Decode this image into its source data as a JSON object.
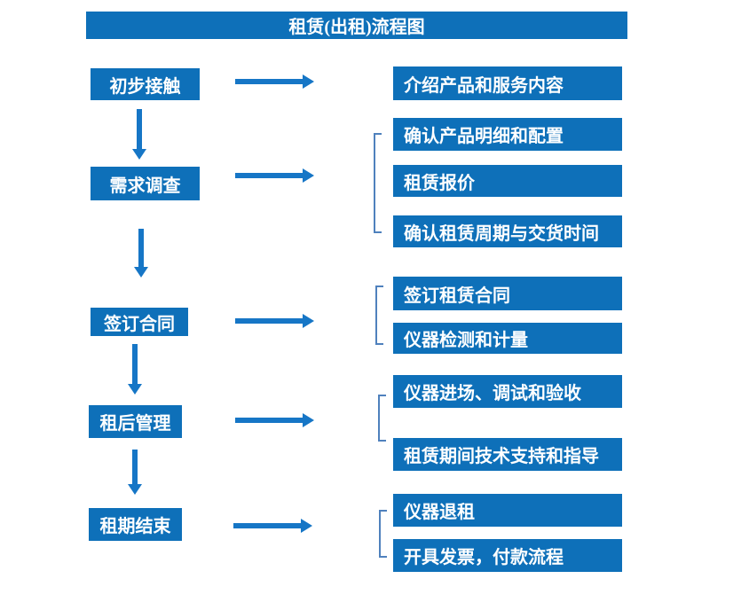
{
  "title": "租赁(出租)流程图",
  "colors": {
    "primary": "#0E70B9",
    "arrow": "#1676C6",
    "bracket": "#4F81BD",
    "box_text": "#FFFFFF",
    "background": "#FFFFFF"
  },
  "flow": {
    "steps": [
      {
        "label": "初步接触",
        "details": [
          "介绍产品和服务内容"
        ]
      },
      {
        "label": "需求调查",
        "details": [
          "确认产品明细和配置",
          "租赁报价",
          "确认租赁周期与交货时间"
        ]
      },
      {
        "label": "签订合同",
        "details": [
          "签订租赁合同",
          "仪器检测和计量"
        ]
      },
      {
        "label": "租后管理",
        "details": [
          "仪器进场、调试和验收",
          "租赁期间技术支持和指导"
        ]
      },
      {
        "label": "租期结束",
        "details": [
          "仪器退租",
          "开具发票，付款流程"
        ]
      }
    ]
  }
}
